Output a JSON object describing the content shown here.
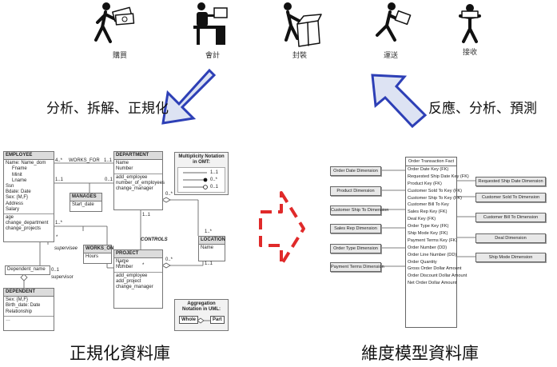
{
  "process_steps": [
    "購買",
    "會計",
    "封裝",
    "運送",
    "接收"
  ],
  "icons": [
    "buyer-with-money-icon",
    "accountant-at-desk-icon",
    "packer-with-box-icon",
    "runner-with-package-icon",
    "receiver-icon"
  ],
  "left_caption": "分析、拆解、正規化",
  "right_caption": "反應、分析、預測",
  "left_title": "正規化資料庫",
  "right_title": "維度模型資料庫",
  "colors": {
    "arrow_fill": "#dde3f3",
    "arrow_stroke": "#2d3fb6",
    "dashed_arrow": "#e02a2a"
  },
  "er": {
    "employee": {
      "name": "EMPLOYEE",
      "attrs": [
        "Name: Name_dom",
        "Fname",
        "Minit",
        "Lname",
        "Ssn",
        "Bdate: Date",
        "Sex: {M,F}",
        "Address",
        "Salary"
      ],
      "ops": [
        "age",
        "change_department",
        "change_projects"
      ]
    },
    "department": {
      "name": "DEPARTMENT",
      "attrs": [
        "Name",
        "Number"
      ],
      "ops": [
        "add_employee",
        "number_of_employees",
        "change_manager"
      ]
    },
    "project": {
      "name": "PROJECT",
      "attrs": [
        "Name",
        "Number"
      ],
      "ops": [
        "add_employee",
        "add_project",
        "change_manager"
      ]
    },
    "location": {
      "name": "LOCATION",
      "attrs": [
        "Name"
      ]
    },
    "dependent": {
      "name": "DEPENDENT",
      "attrs": [
        "Sex: {M,F}",
        "Birth_date: Date",
        "Relationship"
      ]
    },
    "manages": {
      "name": "MANAGES",
      "attrs": [
        "Start_date"
      ]
    },
    "works_on": {
      "name": "WORKS_ON",
      "attrs": [
        "Hours"
      ]
    },
    "dependent_name": "Dependent_name",
    "works_for": "WORKS_FOR",
    "controls": "CONTROLS",
    "supervisee": "supervisee",
    "supervisor": "supervisor",
    "multiplicities": {
      "works_for_left": "4..*",
      "works_for_right": "1..1",
      "manages_left": "1..1",
      "manages_right": "0..1",
      "emp_works_on": "1..*",
      "proj_works_on": "1..*",
      "proj_controls": "*",
      "dept_controls": "1..1",
      "dept_loc": "0..*",
      "loc_dept": "1..*",
      "proj_loc": "0..*",
      "loc_proj": "1..1",
      "sup_star": "*",
      "sup_01": "0..1"
    },
    "multiplicity_note": {
      "title": "Multiplicity Notation in OMT:",
      "rows": [
        "1..1",
        "0..*",
        "0..1"
      ]
    },
    "aggregation_note": {
      "title": "Aggregation Notation in UML:",
      "whole": "Whole",
      "part": "Part"
    }
  },
  "star": {
    "fact_title": "Order Transaction Fact",
    "fact_rows": [
      "Order Date Key (FK)",
      "Requested Ship Date Key (FK)",
      "Product Key (FK)",
      "Customer Sold To Key (FK)",
      "Customer Ship To Key (FK)",
      "Customer Bill To Key",
      "Sales Rep Key (FK)",
      "Deal Key (FK)",
      "Order Type Key (FK)",
      "Ship Mode Key (FK)",
      "Payment Terms Key (FK)",
      "Order Number (DD)",
      "Order Line Number (DD)",
      "Order Quantity",
      "Gross Order Dollar Amount",
      "Order Discount Dollar Amount",
      "Net Order Dollar Amount"
    ],
    "left_dims": [
      "Order Date Dimension",
      "Product Dimension",
      "Customer Ship To Dimension",
      "Sales Rep Dimension",
      "Order Type Dimension",
      "Payment Terms Dimension"
    ],
    "right_dims": [
      "Requested Ship Date Dimension",
      "Customer Sold To Dimension",
      "Customer Bill To Dimension",
      "Deal Dimension",
      "Ship Mode Dimension"
    ]
  }
}
